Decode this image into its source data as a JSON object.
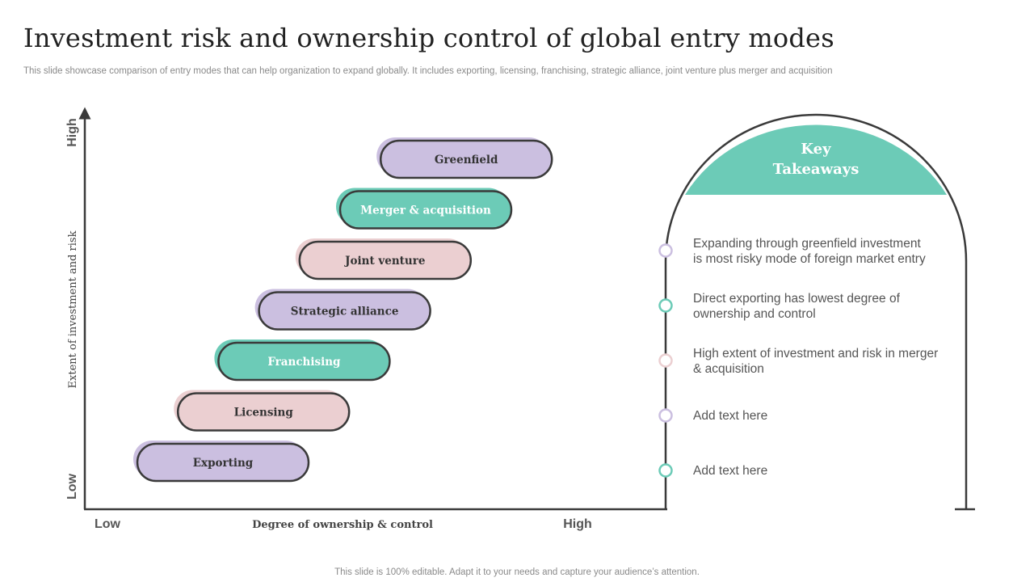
{
  "slide": {
    "title": "Investment risk and ownership control of global entry modes",
    "subtitle": "This slide showcase comparison of entry modes that can help organization to expand globally. It includes exporting, licensing, franchising, strategic alliance, joint venture plus merger and acquisition",
    "footer": "This slide is 100% editable. Adapt it to your needs and capture your audience’s attention."
  },
  "axes": {
    "y_label": "Extent of investment and risk",
    "y_low": "Low",
    "y_high": "High",
    "x_label": "Degree of ownership & control",
    "x_low": "Low",
    "x_high": "High"
  },
  "colors": {
    "purple": "#cbbfe0",
    "teal": "#6ccbb7",
    "pink": "#ebcfd1",
    "outline": "#3a3a3a",
    "text_dark": "#333333",
    "text_light": "#ffffff"
  },
  "chart_data": {
    "type": "diagram",
    "steps": [
      {
        "label": "Exporting",
        "color": "purple",
        "text": "dark"
      },
      {
        "label": "Licensing",
        "color": "pink",
        "text": "dark"
      },
      {
        "label": "Franchising",
        "color": "teal",
        "text": "light"
      },
      {
        "label": "Strategic alliance",
        "color": "purple",
        "text": "dark"
      },
      {
        "label": "Joint venture",
        "color": "pink",
        "text": "dark"
      },
      {
        "label": "Merger & acquisition",
        "color": "teal",
        "text": "light"
      },
      {
        "label": "Greenfield",
        "color": "purple",
        "text": "dark"
      }
    ]
  },
  "takeaways": {
    "heading_line1": "Key",
    "heading_line2": "Takeaways",
    "heading_color": "#6ccbb7",
    "items": [
      {
        "lines": [
          "Expanding through greenfield investment",
          "is most risky mode of foreign market entry"
        ],
        "color": "purple"
      },
      {
        "lines": [
          "Direct exporting has lowest degree of",
          "ownership and control"
        ],
        "color": "teal"
      },
      {
        "lines": [
          "High extent of investment and risk in merger",
          "& acquisition"
        ],
        "color": "pink"
      },
      {
        "lines": [
          "Add text here"
        ],
        "color": "purple"
      },
      {
        "lines": [
          "Add text here"
        ],
        "color": "teal"
      }
    ]
  }
}
